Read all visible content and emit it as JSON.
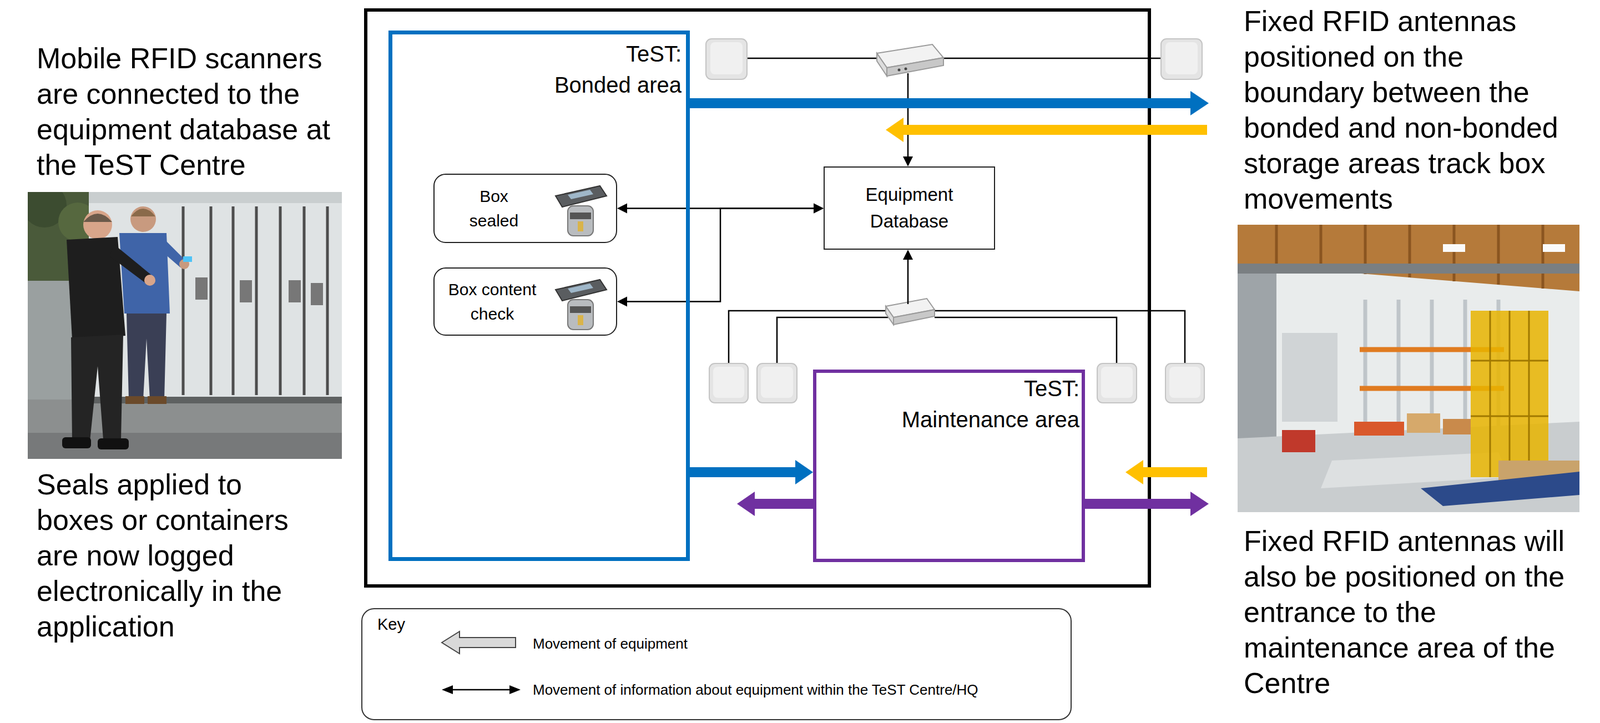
{
  "diagram": {
    "nodes": [
      {
        "text": [
          "TeST: Bonded area"
        ]
      },
      {
        "text": [
          "Box sealed"
        ],
        "in": 0
      },
      {
        "text": [
          "Box content check"
        ],
        "in": 0
      },
      {
        "text": [
          "Equipment Database"
        ]
      },
      {
        "text": [
          "TeST: Maintenance area"
        ]
      }
    ],
    "edges": [
      {
        "from": 3,
        "to": 1,
        "arrow": "both"
      },
      {
        "from": 3,
        "to": 2,
        "arrow": "both"
      },
      {
        "from": 0,
        "to": 4,
        "arrow": "to"
      }
    ],
    "labels": [
      "Mobile RFID scanners are connected to the equipment database at the TeST Centre",
      "Seals applied to boxes or containers are now logged electronically in the application",
      "Fixed RFID antennas positioned on the boundary between the bonded and non-bonded storage areas track box movements",
      "Fixed RFID antennas will also be positioned on the entrance to the maintenance area of the Centre",
      "Key"
    ],
    "legend": [
      {
        "text": "Movement of equipment"
      },
      {
        "text": "Movement of information about equipment within the TeST Centre/HQ"
      }
    ]
  }
}
